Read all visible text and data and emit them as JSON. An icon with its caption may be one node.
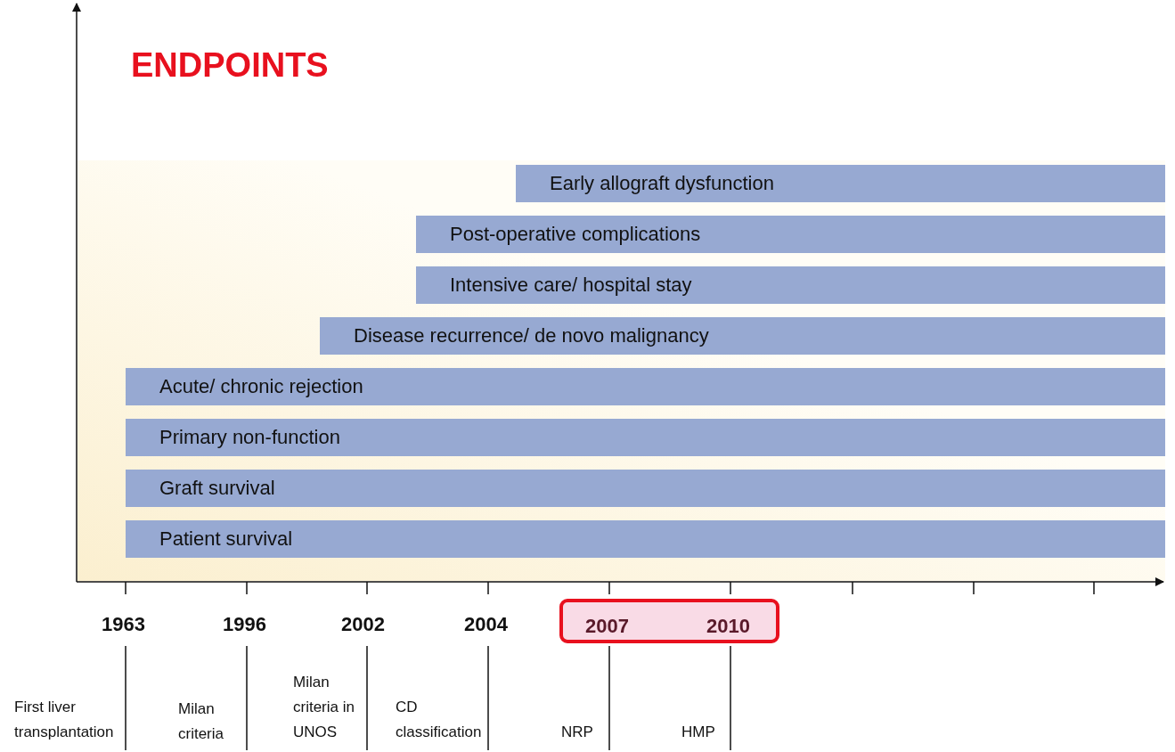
{
  "diagram": {
    "title": "ENDPOINTS",
    "nodes": [
      {
        "text": [
          "Early allograft dysfunction"
        ]
      },
      {
        "text": [
          "Post-operative complications"
        ]
      },
      {
        "text": [
          "Intensive care/ hospital stay"
        ]
      },
      {
        "text": [
          "Disease recurrence/ de novo malignancy"
        ]
      },
      {
        "text": [
          "Acute/ chronic rejection"
        ]
      },
      {
        "text": [
          "Primary non-function"
        ]
      },
      {
        "text": [
          "Graft survival"
        ]
      },
      {
        "text": [
          "Patient survival"
        ]
      },
      {
        "text": [
          "2007",
          "2010"
        ]
      }
    ],
    "labels": [
      "1963",
      "1996",
      "2002",
      "2004",
      "First liver transplantation",
      "Milan criteria",
      "Milan criteria in UNOS",
      "CD classification",
      "NRP",
      "HMP"
    ]
  }
}
